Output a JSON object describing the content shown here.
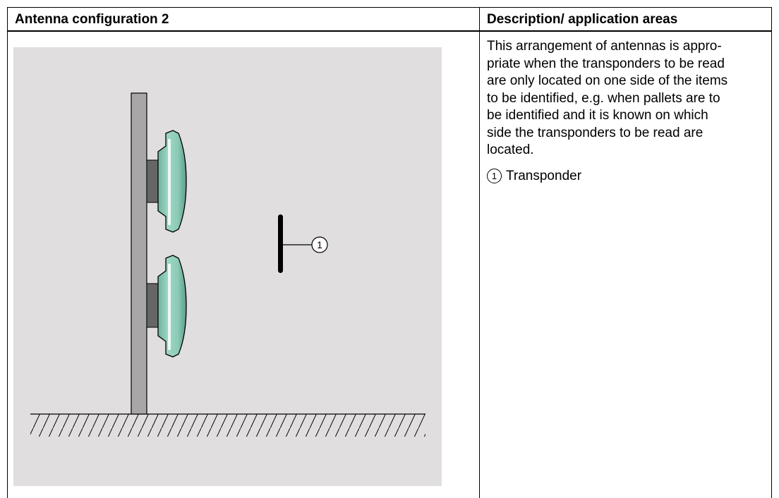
{
  "table": {
    "header_left": "Antenna configuration 2",
    "header_right": "Description/ application areas"
  },
  "description": {
    "lines": [
      "This arrangement of antennas is appro-",
      "priate when the transponders to be read",
      "are only located on one side of the items",
      "to be identified, e.g. when pallets are to",
      "be identified and it is known on which",
      "side the transponders to be read are",
      "located."
    ],
    "legend": {
      "number": "1",
      "label": "Transponder"
    }
  },
  "figure": {
    "callout_number": "1",
    "colors": {
      "background": "#e0dede",
      "post": "#a8a6a7",
      "antenna": "#8ccbb8",
      "antenna_highlight": "#e6f5ef",
      "mount": "#666666"
    }
  }
}
